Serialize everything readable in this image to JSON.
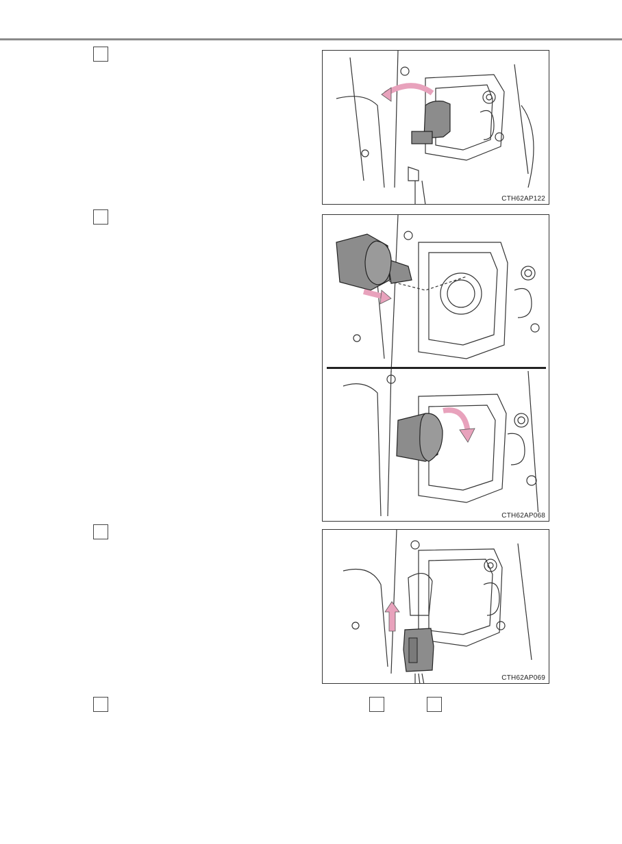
{
  "figures": {
    "fig1": {
      "code": "CTH62AP122"
    },
    "fig2": {
      "code": "CTH62AP068"
    },
    "fig3": {
      "code": "CTH62AP069"
    }
  },
  "colors": {
    "accent_pink": "#e8a2bc",
    "rule_gray": "#8a8a8a",
    "part_gray": "#8c8c8c"
  }
}
